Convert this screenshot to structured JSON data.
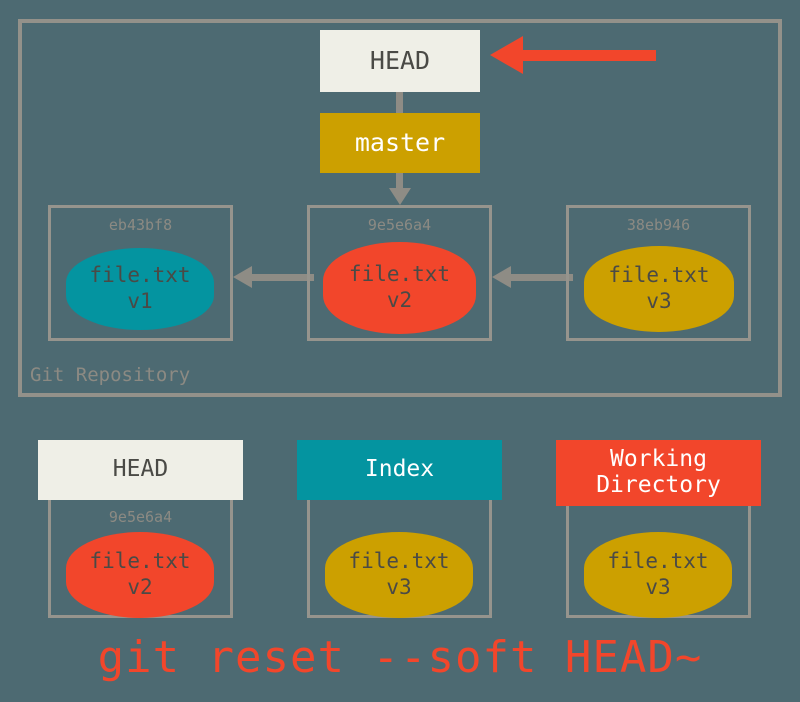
{
  "diagram": {
    "title": "git reset --soft HEAD~",
    "background_color": "#4d6a72",
    "repository": {
      "label": "Git Repository",
      "border_color": "#93918a"
    },
    "pointers": {
      "head": {
        "label": "HEAD",
        "color": "#efefe7"
      },
      "master": {
        "label": "master",
        "color": "#cca000"
      }
    },
    "callout_arrow": {
      "name": "head-moved-arrow",
      "color": "#f2462b",
      "points_to": "HEAD"
    },
    "commits": [
      {
        "hash": "eb43bf8",
        "file": "file.txt",
        "version": "v1",
        "color": "#0494a0"
      },
      {
        "hash": "9e5e6a4",
        "file": "file.txt",
        "version": "v2",
        "color": "#f2462b"
      },
      {
        "hash": "38eb946",
        "file": "file.txt",
        "version": "v3",
        "color": "#cca000"
      }
    ],
    "areas": [
      {
        "label": "HEAD",
        "header_color": "#efefe7",
        "header_text_color": "#4a4a46",
        "hash": "9e5e6a4",
        "file": "file.txt",
        "version": "v2",
        "blob_color": "#f2462b"
      },
      {
        "label": "Index",
        "header_color": "#0494a0",
        "header_text_color": "#ffffff",
        "hash": "",
        "file": "file.txt",
        "version": "v3",
        "blob_color": "#cca000"
      },
      {
        "label": "Working\nDirectory",
        "label_line1": "Working",
        "label_line2": "Directory",
        "header_color": "#f2462b",
        "header_text_color": "#ffffff",
        "hash": "",
        "file": "file.txt",
        "version": "v3",
        "blob_color": "#cca000"
      }
    ],
    "command_caption": "git reset --soft HEAD~"
  }
}
